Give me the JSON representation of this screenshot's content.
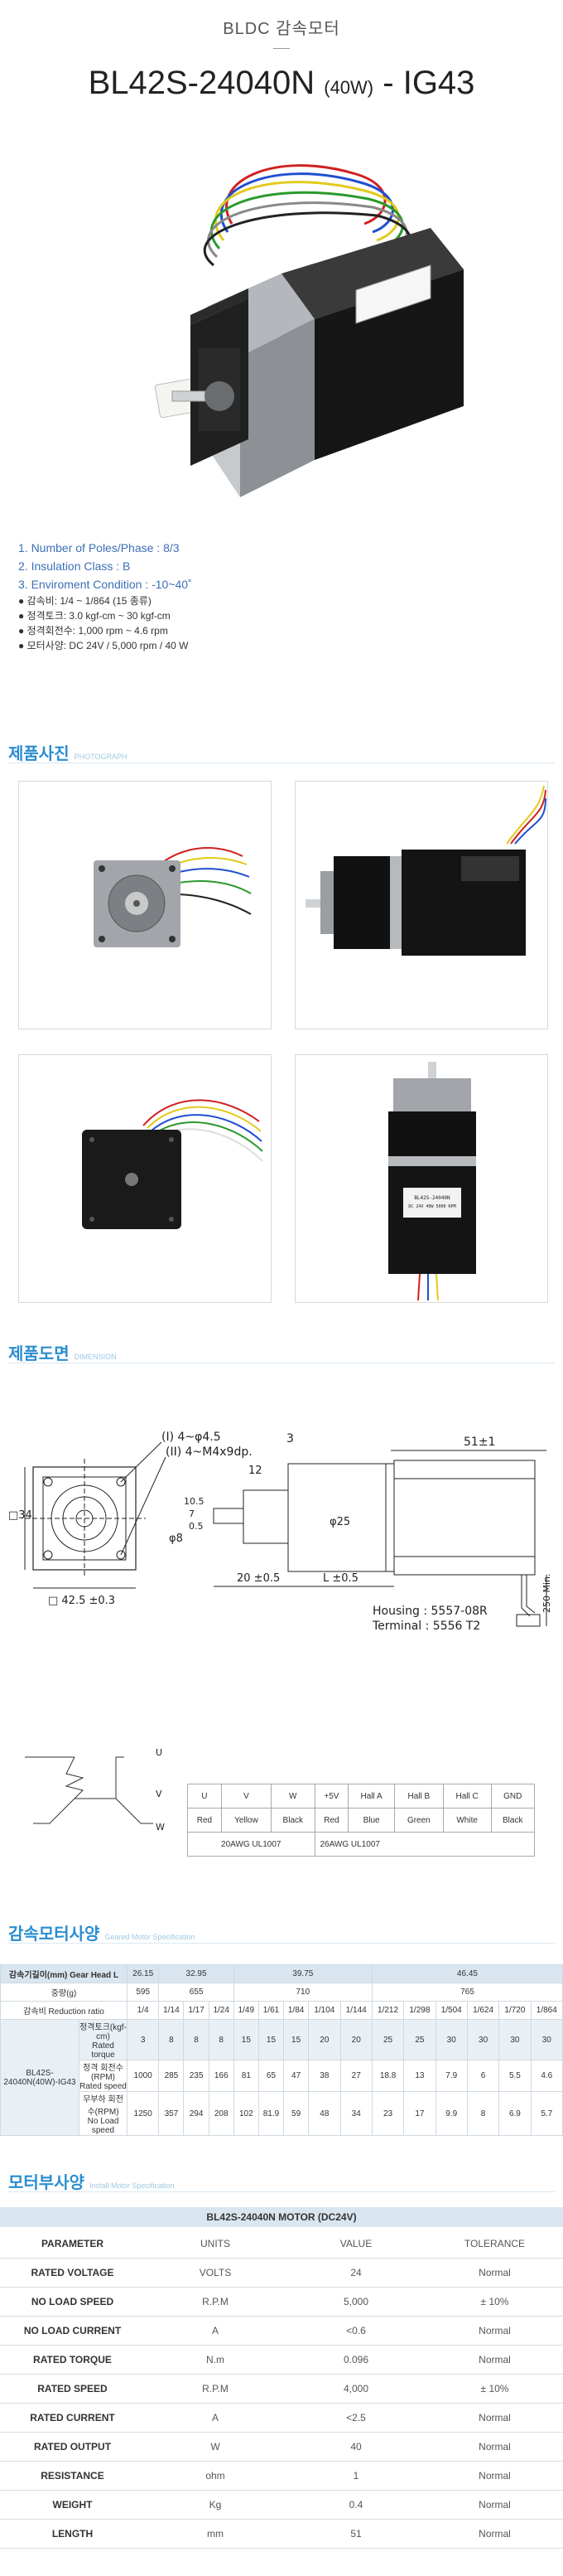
{
  "header": {
    "category": "BLDC 감속모터",
    "model_main": "BL42S-24040N",
    "model_power": "(40W)",
    "model_gear": "- IG43"
  },
  "specs": {
    "numbered": [
      "1. Number of Poles/Phase : 8/3",
      "2. Insulation Class : B",
      "3. Enviroment Condition : -10~40˚"
    ],
    "bullets": [
      "● 감속비: 1/4 ~ 1/864 (15 종류)",
      "● 정격토크: 3.0 kgf-cm ~ 30 kgf-cm",
      "● 정격회전수: 1,000 rpm ~ 4.6 rpm",
      "● 모터사양: DC 24V / 5,000 rpm / 40 W"
    ]
  },
  "photo_section": {
    "title": "제품사진",
    "subtitle": "PHOTOGRAPH"
  },
  "photo_label": {
    "line1": "BL42S-24040N",
    "line2": "DC 24V 40W 5000 RPM"
  },
  "dimension_section": {
    "title": "제품도면",
    "subtitle": "DIMENSION",
    "labels": {
      "holes1": "(I) 4~φ4.5",
      "holes2": "(II) 4~M4x9dp.",
      "d3": "3",
      "d51": "51±1",
      "d12": "12",
      "side34": "□34",
      "square": "□ 42.5 ±0.3",
      "d20": "20 ±0.5",
      "len": "L ±0.5",
      "shaft": "φ8",
      "flange": "φ25",
      "housing": "Housing : 5557-08R",
      "terminal": "Terminal : 5556 T2",
      "cable": "250 Min.",
      "small_dims": [
        "10.5",
        "7",
        "0.5"
      ]
    }
  },
  "wiring": {
    "phase_labels": [
      "U",
      "V",
      "W"
    ],
    "headers": [
      "U",
      "V",
      "W",
      "+5V",
      "Hall A",
      "Hall B",
      "Hall C",
      "GND"
    ],
    "colors": [
      "Red",
      "Yellow",
      "Black",
      "Red",
      "Blue",
      "Green",
      "White",
      "Black"
    ],
    "cable_left": "20AWG  UL1007",
    "cable_right": "26AWG  UL1007"
  },
  "gear_section": {
    "title": "감속모터사양",
    "subtitle": "Geared Motor Specification",
    "row_length_label": "감속기길이(mm) Gear Head L",
    "lengths": [
      "26.15",
      "32.95",
      "39.75",
      "46.45"
    ],
    "row_weight_label": "중량(g)",
    "weights": [
      "595",
      "655",
      "710",
      "765"
    ],
    "row_ratio_label": "감속비 Reduction ratio",
    "ratios": [
      "1/4",
      "1/14",
      "1/17",
      "1/24",
      "1/49",
      "1/61",
      "1/84",
      "1/104",
      "1/144",
      "1/212",
      "1/298",
      "1/504",
      "1/624",
      "1/720",
      "1/864"
    ],
    "model_label": "BL42S-24040N(40W)-IG43",
    "torque_label": "정격토크(kgf-cm)",
    "torque_sub": "Rated torque",
    "torque": [
      "3",
      "8",
      "8",
      "8",
      "15",
      "15",
      "15",
      "20",
      "20",
      "25",
      "25",
      "30",
      "30",
      "30",
      "30"
    ],
    "rated_speed_label": "정격 회전수(RPM)",
    "rated_speed_sub": "Rated speed",
    "rated_speed": [
      "1000",
      "285",
      "235",
      "166",
      "81",
      "65",
      "47",
      "38",
      "27",
      "18.8",
      "13",
      "7.9",
      "6",
      "5.5",
      "4.6"
    ],
    "noload_label": "무부하 회전수(RPM)",
    "noload_sub": "No Load speed",
    "noload": [
      "1250",
      "357",
      "294",
      "208",
      "102",
      "81.9",
      "59",
      "48",
      "34",
      "23",
      "17",
      "9.9",
      "8",
      "6.9",
      "5.7"
    ]
  },
  "motor_section": {
    "title": "모터부사양",
    "subtitle": "Install Motor Specification",
    "table_title": "BL42S-24040N MOTOR (DC24V)",
    "columns": [
      "PARAMETER",
      "UNITS",
      "VALUE",
      "TOLERANCE"
    ],
    "rows": [
      [
        "RATED VOLTAGE",
        "VOLTS",
        "24",
        "Normal"
      ],
      [
        "NO LOAD SPEED",
        "R.P.M",
        "5,000",
        "± 10%"
      ],
      [
        "NO LOAD CURRENT",
        "A",
        "<0.6",
        "Normal"
      ],
      [
        "RATED TORQUE",
        "N.m",
        "0.096",
        "Normal"
      ],
      [
        "RATED SPEED",
        "R.P.M",
        "4,000",
        "± 10%"
      ],
      [
        "RATED CURRENT",
        "A",
        "<2.5",
        "Normal"
      ],
      [
        "RATED OUTPUT",
        "W",
        "40",
        "Normal"
      ],
      [
        "RESISTANCE",
        "ohm",
        "1",
        "Normal"
      ],
      [
        "WEIGHT",
        "Kg",
        "0.4",
        "Normal"
      ],
      [
        "LENGTH",
        "mm",
        "51",
        "Normal"
      ]
    ]
  },
  "colors": {
    "accent": "#2a8dd0",
    "table_head": "#d9e6f0",
    "motor_black": "#1c1c1c",
    "gear_silver": "#a9acb0"
  }
}
